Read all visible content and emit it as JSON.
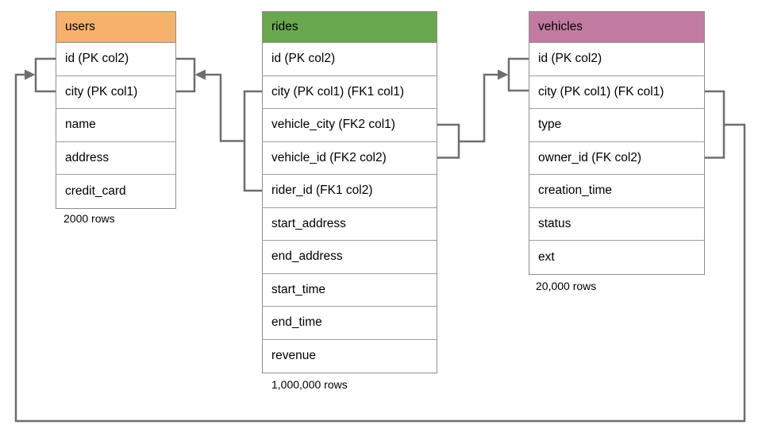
{
  "diagram": {
    "tables": [
      {
        "name": "users",
        "header_color": "#f6b26b",
        "columns": [
          "id (PK col2)",
          "city (PK col1)",
          "name",
          "address",
          "credit_card"
        ],
        "row_count": "2000 rows"
      },
      {
        "name": "rides",
        "header_color": "#6aa84f",
        "columns": [
          "id (PK col2)",
          "city (PK col1) (FK1 col1)",
          "vehicle_city (FK2 col1)",
          "vehicle_id (FK2 col2)",
          "rider_id (FK1 col2)",
          "start_address",
          "end_address",
          "start_time",
          "end_time",
          "revenue"
        ],
        "row_count": "1,000,000 rows"
      },
      {
        "name": "vehicles",
        "header_color": "#c27ba0",
        "columns": [
          "id (PK col2)",
          "city (PK col1) (FK col1)",
          "type",
          "owner_id (FK col2)",
          "creation_time",
          "status",
          "ext"
        ],
        "row_count": "20,000 rows"
      }
    ],
    "colors": {
      "connector": "#6e6e6e",
      "table_border": "#8f8f8f",
      "row_divider": "#9e9e9e",
      "users_header": "#f6b26b",
      "rides_header": "#6aa84f",
      "vehicles_header": "#c27ba0",
      "text": "#000000"
    }
  }
}
